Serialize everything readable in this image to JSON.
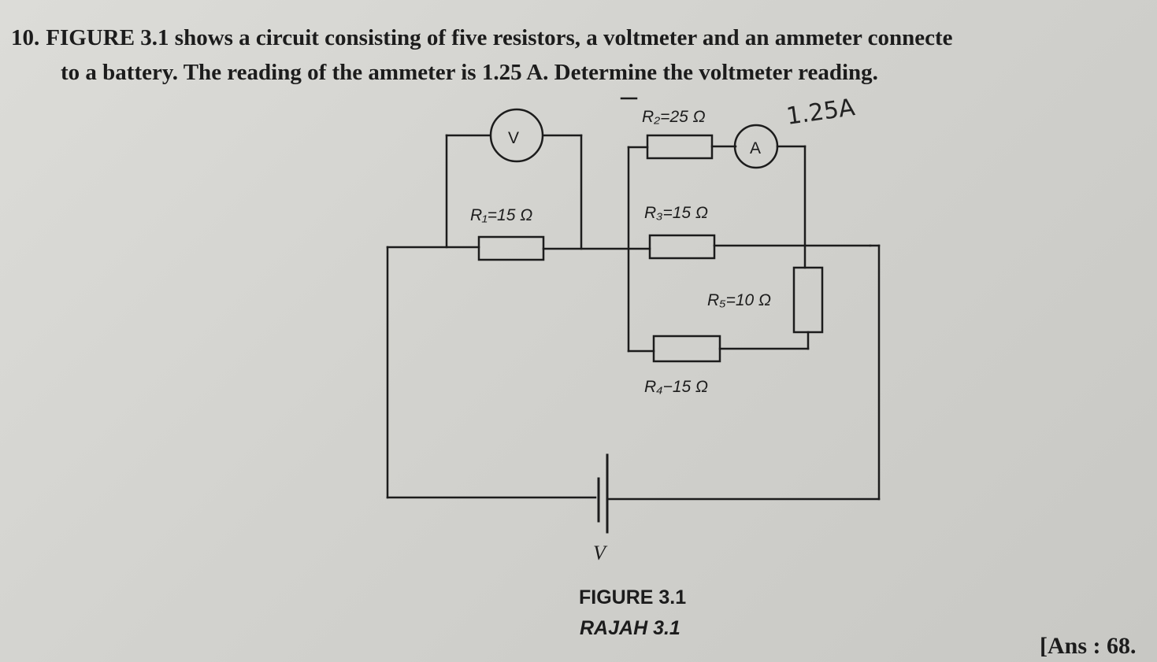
{
  "question": {
    "number": "10.",
    "line1": "FIGURE 3.1 shows a circuit consisting of five resistors, a voltmeter and an ammeter connecte",
    "line2": "to a battery. The reading of the ammeter is 1.25 A. Determine the voltmeter reading."
  },
  "circuit": {
    "voltmeter_symbol": "V",
    "ammeter_symbol": "A",
    "r1_label": "R₁=15 Ω",
    "r2_label": "R₂=25 Ω",
    "r3_label": "R₃=15 Ω",
    "r4_label": "R₄−15 Ω",
    "r5_label": "R₅=10 Ω",
    "battery_label": "V",
    "handwritten_note": "1.25A"
  },
  "figure": {
    "caption": "FIGURE 3.1",
    "caption_malay": "RAJAH 3.1"
  },
  "answer": "[Ans : 68."
}
